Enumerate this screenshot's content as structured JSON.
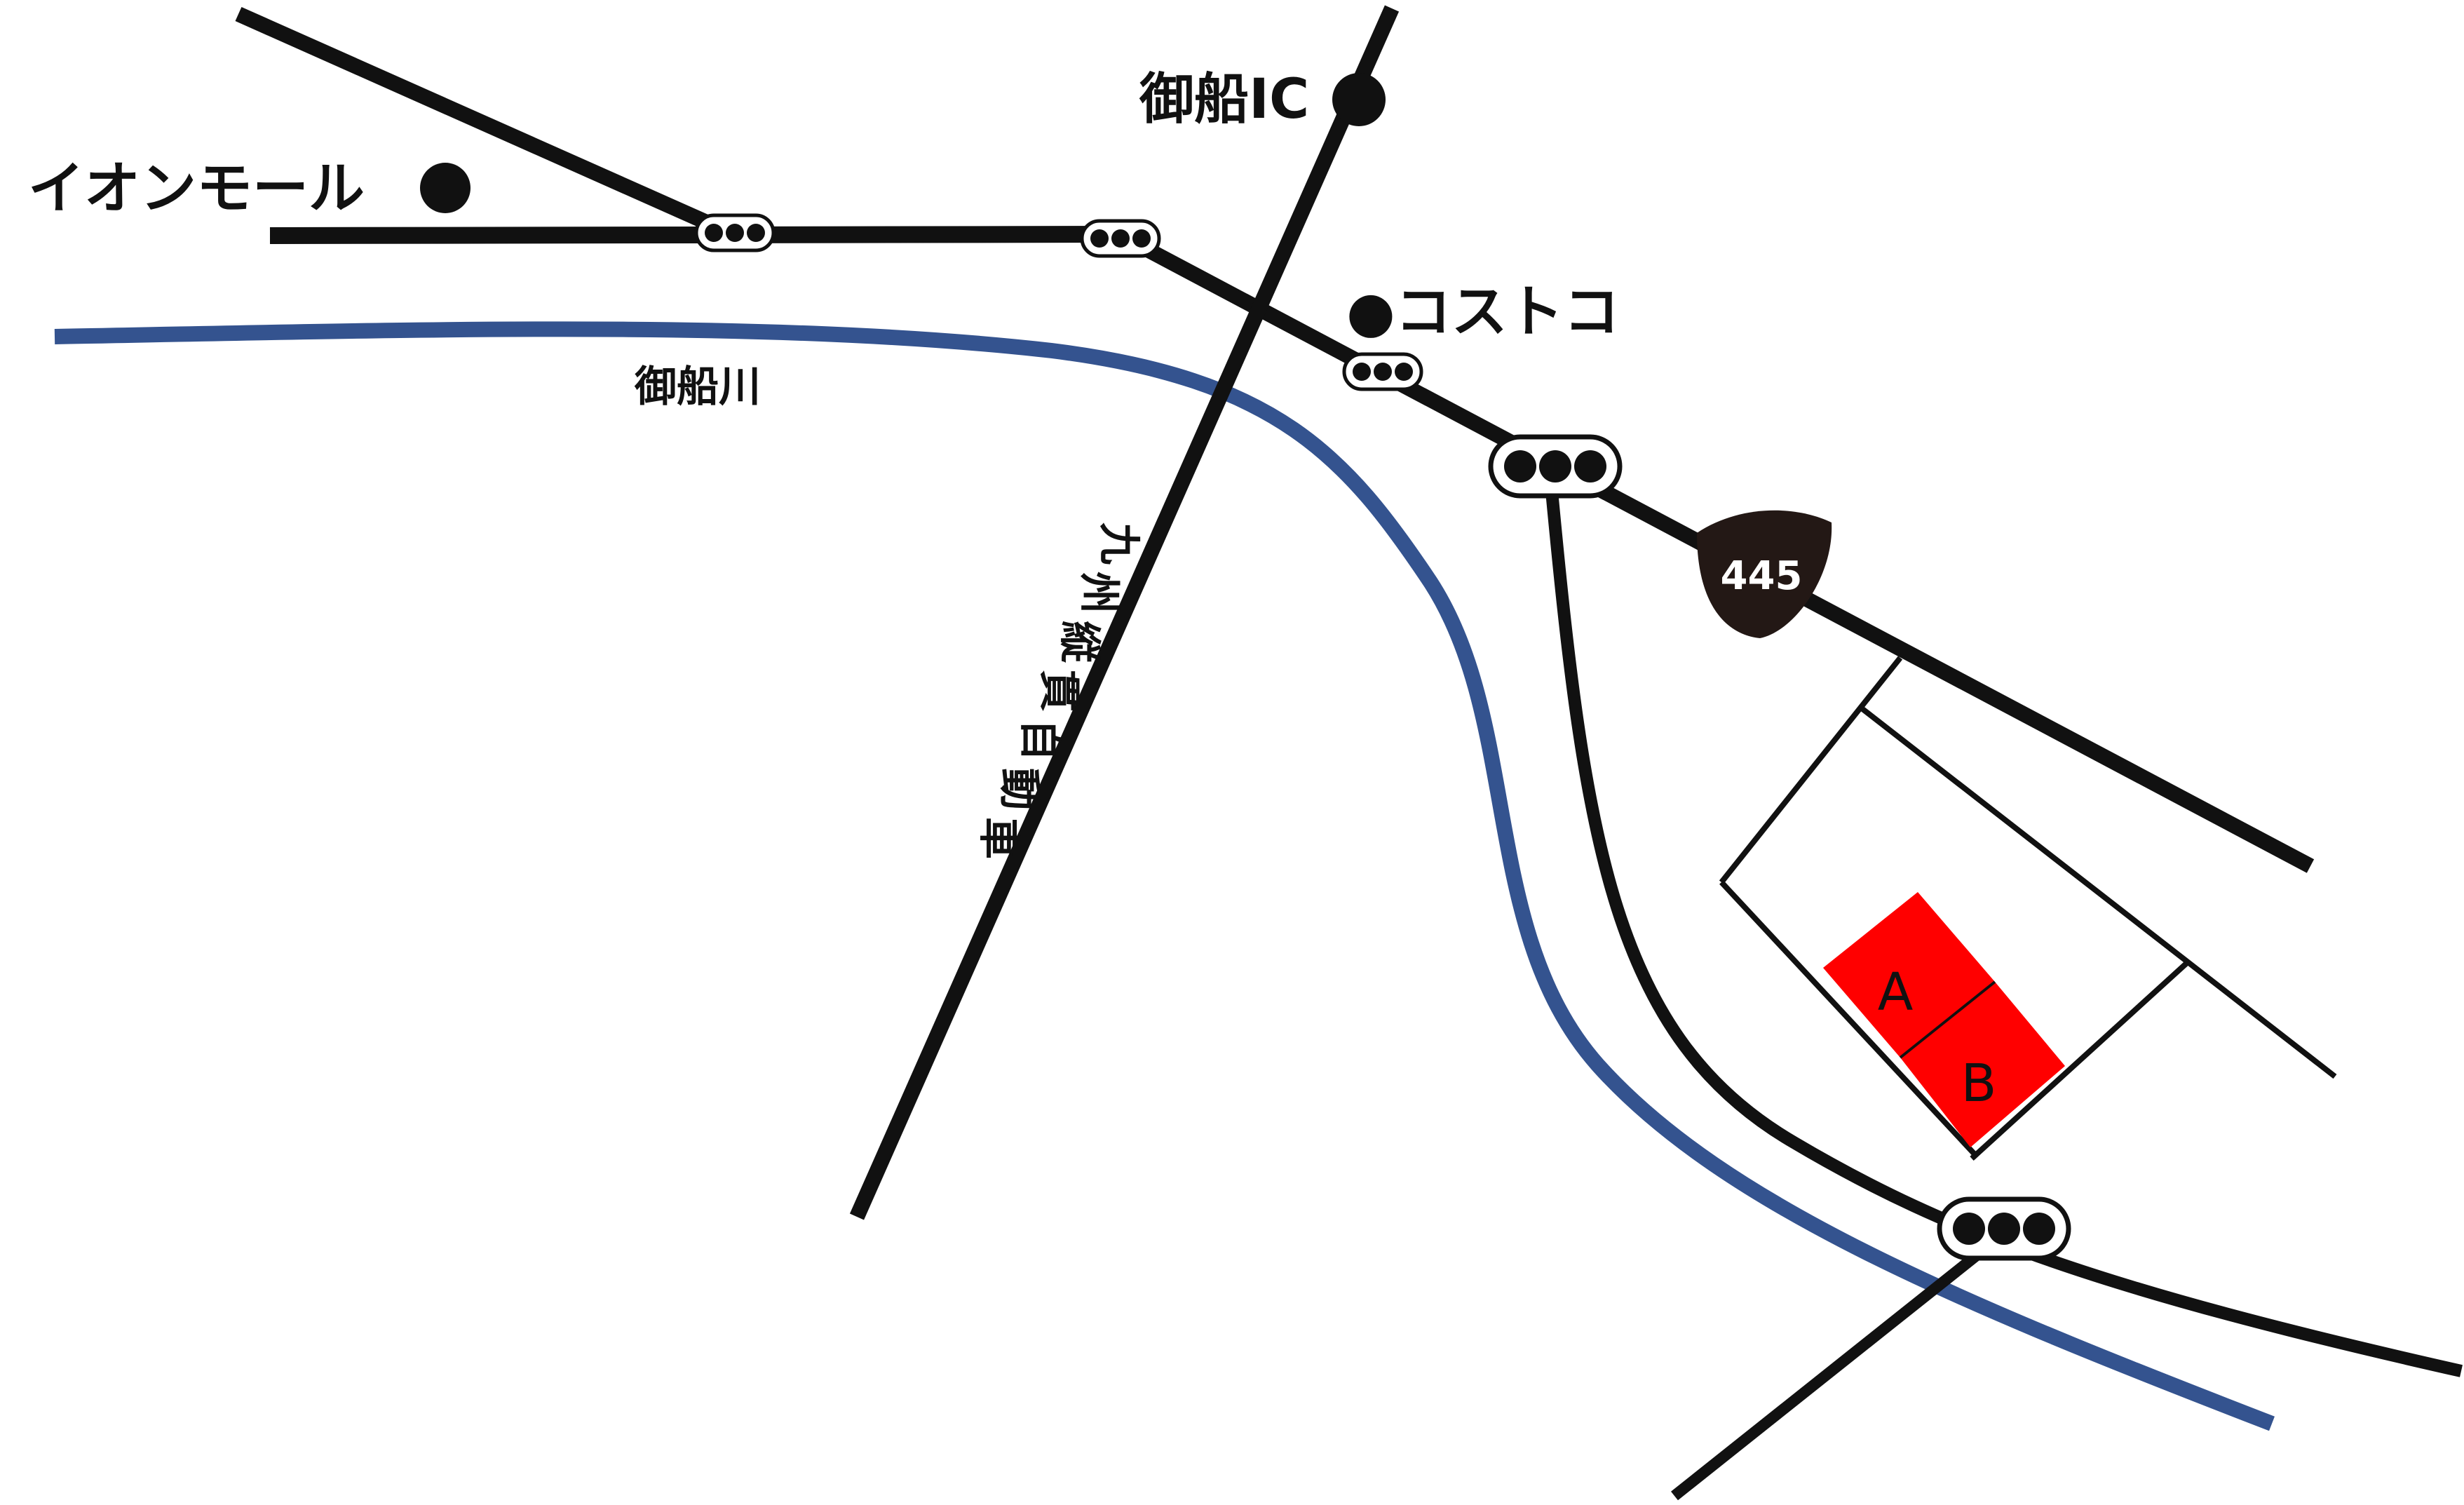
{
  "colors": {
    "road": "#111111",
    "river": "#34538f",
    "lot": "#ff0000",
    "background": "#ffffff",
    "route_shield": "#231815"
  },
  "landmarks": {
    "aeon": "イオンモール",
    "ic": "御船IC",
    "costco": "●コストコ"
  },
  "river": {
    "name": "御船川"
  },
  "expressway": {
    "name": [
      "九",
      "州",
      "縦",
      "貫",
      "自",
      "動",
      "車"
    ]
  },
  "route": {
    "number": "445"
  },
  "lot": {
    "a": "A",
    "b": "B"
  },
  "icons": {
    "traffic_signal": "traffic-light-icon",
    "landmark_dot": "dot-icon",
    "route_shield": "route-shield-icon"
  }
}
